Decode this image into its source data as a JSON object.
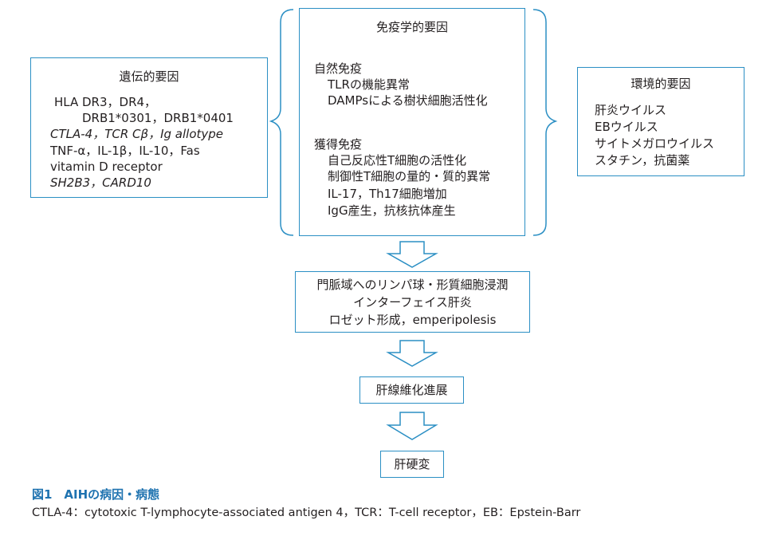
{
  "genetic": {
    "title": "遺伝的要因",
    "lines": [
      "HLA DR3，DR4，",
      "DRB1*0301，DRB1*0401",
      "CTLA-4，TCR Cβ，Ig allotype",
      "TNF-α，IL-1β，IL-10，Fas",
      "vitamin D receptor",
      "SH2B3，CARD10"
    ]
  },
  "immune": {
    "title": "免疫学的要因",
    "innate_heading": "自然免疫",
    "innate_items": [
      "TLRの機能異常",
      "DAMPsによる樹状細胞活性化"
    ],
    "acquired_heading": "獲得免疫",
    "acquired_items": [
      "自己反応性T細胞の活性化",
      "制御性T細胞の量的・質的異常",
      "IL-17，Th17細胞増加",
      "IgG産生，抗核抗体産生"
    ]
  },
  "environmental": {
    "title": "環境的要因",
    "items": [
      "肝炎ウイルス",
      "EBウイルス",
      "サイトメガロウイルス",
      "スタチン，抗菌薬"
    ]
  },
  "flow": {
    "step1": [
      "門脈域へのリンパ球・形質細胞浸潤",
      "インターフェイス肝炎",
      "ロゼット形成，emperipolesis"
    ],
    "step2": "肝線維化進展",
    "step3": "肝硬変"
  },
  "caption": {
    "title": "図1　AIHの病因・病態",
    "note": "CTLA-4：cytotoxic T-lymphocyte-associated antigen 4，TCR：T-cell receptor，EB：Epstein-Barr"
  },
  "colors": {
    "box_border": "#2b8fc4",
    "caption_title": "#1f73b0",
    "text": "#231f20"
  }
}
